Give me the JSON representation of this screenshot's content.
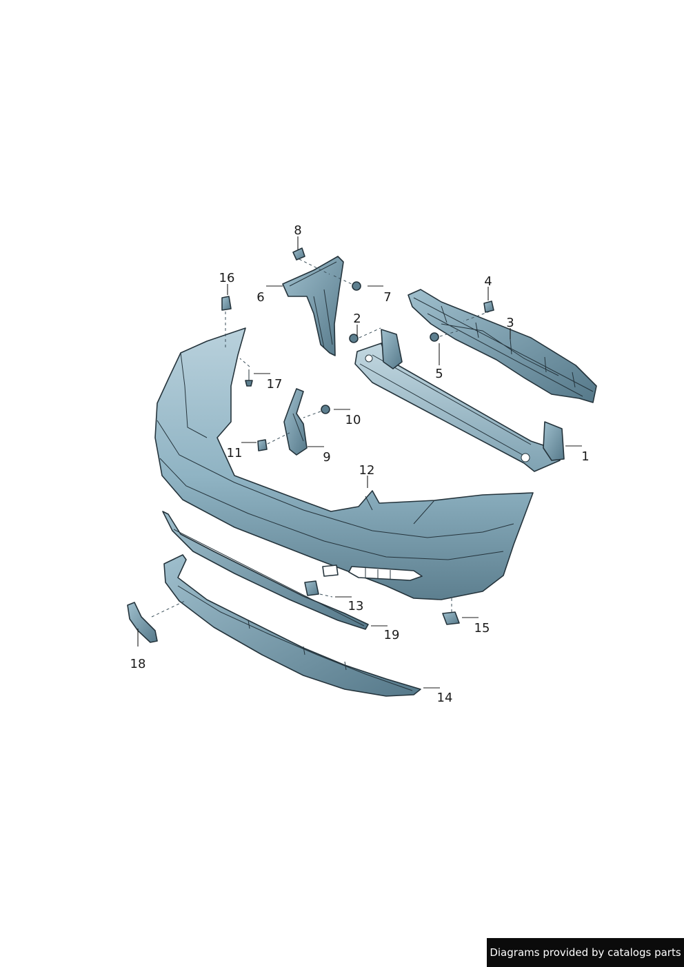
{
  "diagram": {
    "callouts": [
      {
        "id": "1",
        "label": "1"
      },
      {
        "id": "2",
        "label": "2"
      },
      {
        "id": "3",
        "label": "3"
      },
      {
        "id": "4",
        "label": "4"
      },
      {
        "id": "5",
        "label": "5"
      },
      {
        "id": "6",
        "label": "6"
      },
      {
        "id": "7",
        "label": "7"
      },
      {
        "id": "8",
        "label": "8"
      },
      {
        "id": "9",
        "label": "9"
      },
      {
        "id": "10",
        "label": "10"
      },
      {
        "id": "11",
        "label": "11"
      },
      {
        "id": "12",
        "label": "12"
      },
      {
        "id": "13",
        "label": "13"
      },
      {
        "id": "14",
        "label": "14"
      },
      {
        "id": "15",
        "label": "15"
      },
      {
        "id": "16",
        "label": "16"
      },
      {
        "id": "17",
        "label": "17"
      },
      {
        "id": "18",
        "label": "18"
      },
      {
        "id": "19",
        "label": "19"
      }
    ],
    "colors": {
      "part_fill": "#8fb3c3",
      "part_light": "#b9d1dc",
      "part_dark": "#5d7f8f",
      "outline": "#24333b"
    }
  },
  "footer": {
    "credit": "Diagrams provided by catalogs parts"
  }
}
